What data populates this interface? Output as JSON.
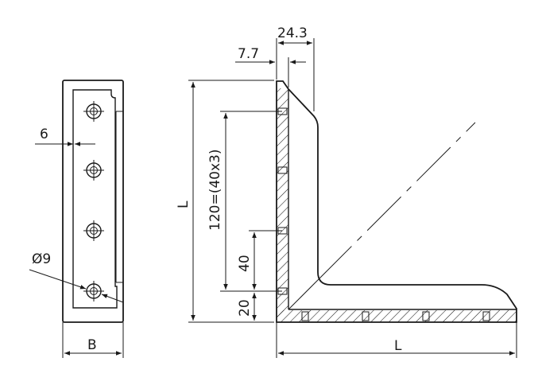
{
  "dimensions": {
    "left_view_width": "6",
    "hole_diameter": "Ø9",
    "bottom_width": "B",
    "overall_height": "L",
    "hole_spacing": "120=(40x3)",
    "pitch": "40",
    "edge_offset": "20",
    "top_offset_small": "7.7",
    "top_offset_large": "24.3",
    "bottom_length": "L"
  }
}
